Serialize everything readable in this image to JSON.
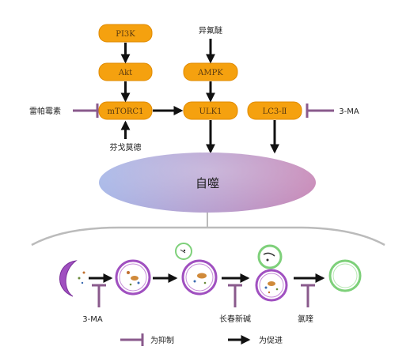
{
  "nodes": {
    "pi3k": "PI3K",
    "akt": "Akt",
    "mtorc1": "mTORC1",
    "ampk": "AMPK",
    "ulk1": "ULK1",
    "lc3": "LC3-Ⅱ"
  },
  "labels": {
    "isoflurane": "异氟醚",
    "rapamycin": "雷帕霉素",
    "fentanyl": "芬戈莫德",
    "three_ma_top": "3-MA",
    "autophagy": "自噬",
    "three_ma_bottom": "3-MA",
    "vinblastine": "长春新碱",
    "chloroquine": "氯喹"
  },
  "legend": {
    "inhibit": "为抑制",
    "promote": "为促进"
  },
  "colors": {
    "node_fill": "#f5a10f",
    "node_stroke": "#e08a00",
    "inhibit": "#8a5a8c",
    "arrow": "#111111",
    "membrane_purple": "#a050c0",
    "lysosome_green": "#7ed07a"
  }
}
